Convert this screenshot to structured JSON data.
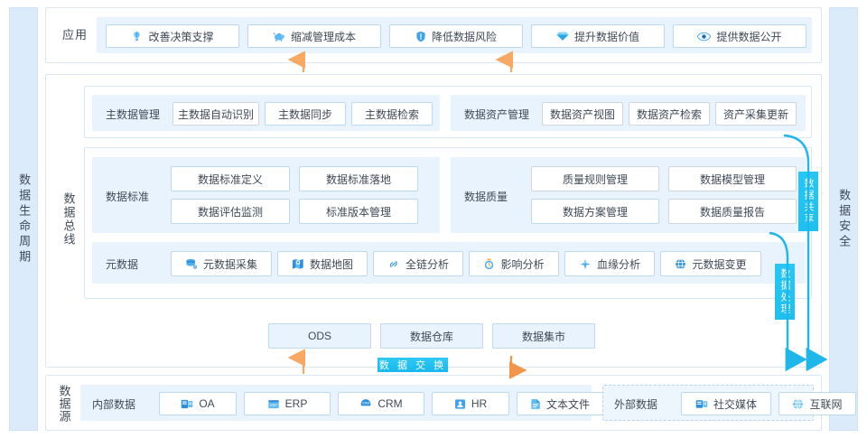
{
  "rails": {
    "left": {
      "label": "数据生命周期",
      "name": "data-lifecycle"
    },
    "right": {
      "label": "数据安全",
      "name": "data-security"
    }
  },
  "application": {
    "section_label": "应用",
    "items": [
      {
        "label": "改善决策支撑",
        "icon": "lightbulb-icon"
      },
      {
        "label": "缩减管理成本",
        "icon": "piggy-bank-icon"
      },
      {
        "label": "降低数据风险",
        "icon": "shield-icon"
      },
      {
        "label": "提升数据价值",
        "icon": "diamond-icon"
      },
      {
        "label": "提供数据公开",
        "icon": "eye-icon"
      }
    ]
  },
  "bus": {
    "section_label": "数据总线",
    "master_data": {
      "title": "主数据管理",
      "items": [
        "主数据自动识别",
        "主数据同步",
        "主数据检索"
      ]
    },
    "data_asset": {
      "title": "数据资产管理",
      "items": [
        "数据资产视图",
        "数据资产检索",
        "资产采集更新"
      ]
    },
    "data_standard": {
      "title": "数据标准",
      "items": [
        "数据标准定义",
        "数据标准落地",
        "数据评估监测",
        "标准版本管理"
      ]
    },
    "data_quality": {
      "title": "数据质量",
      "items": [
        "质量规则管理",
        "数据模型管理",
        "数据方案管理",
        "数据质量报告"
      ]
    },
    "metadata": {
      "title": "元数据",
      "items": [
        {
          "label": "元数据采集",
          "icon": "database-icon"
        },
        {
          "label": "数据地图",
          "icon": "map-icon"
        },
        {
          "label": "全链分析",
          "icon": "link-icon"
        },
        {
          "label": "影响分析",
          "icon": "alarm-icon"
        },
        {
          "label": "血缘分析",
          "icon": "sparkle-icon"
        },
        {
          "label": "元数据变更",
          "icon": "globe-icon"
        }
      ]
    },
    "storage": [
      "ODS",
      "数据仓库",
      "数据集市"
    ]
  },
  "badges": {
    "data_share": "数据共享",
    "data_process": "数据处理",
    "data_exchange": "数 据 交 换"
  },
  "source": {
    "section_label": "数据源",
    "internal": {
      "title": "内部数据",
      "items": [
        {
          "label": "OA",
          "icon": "oa-icon"
        },
        {
          "label": "ERP",
          "icon": "erp-icon"
        },
        {
          "label": "CRM",
          "icon": "crm-icon"
        },
        {
          "label": "HR",
          "icon": "hr-icon"
        },
        {
          "label": "文本文件",
          "icon": "document-icon"
        }
      ]
    },
    "external": {
      "title": "外部数据",
      "items": [
        {
          "label": "社交媒体",
          "icon": "social-icon"
        },
        {
          "label": "互联网",
          "icon": "globe-icon"
        }
      ]
    }
  },
  "colors": {
    "rail_fill": "#dcebfa",
    "group_fill": "#e8f3fd",
    "tile_border": "#bcd9f2",
    "cyan_badge": "#1ec0ee",
    "orange_arrow": "#f7a863",
    "blue_arrow": "#1fb6ea"
  }
}
